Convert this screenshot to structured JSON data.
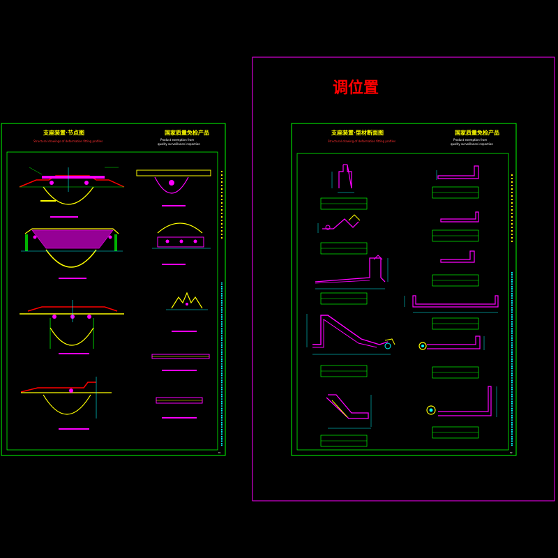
{
  "annotation": {
    "text": "调位置",
    "color": "#ff0000"
  },
  "left_sheet": {
    "title_left": "支座装置·节点图",
    "subtitle_left": "Structural drawings of deformation fitting profiles",
    "title_right": "国家质量免检产品",
    "subtitle_right_1": "Product exemption from",
    "subtitle_right_2": "quality surveillance inspection",
    "page_no": "01"
  },
  "right_sheet": {
    "title_left": "支座装置·型材断面图",
    "subtitle_left": "Structural drawing of deformation fitting profiles",
    "title_right": "国家质量免检产品",
    "subtitle_right_1": "Product exemption from",
    "subtitle_right_2": "quality surveillance inspection",
    "page_no": "02"
  },
  "colors": {
    "frame": "#00ff00",
    "outer_frame": "#ff00ff",
    "profile": "#ff00ff",
    "note": "#ffff00",
    "dim": "#00ffff",
    "accent": "#ff0000"
  }
}
